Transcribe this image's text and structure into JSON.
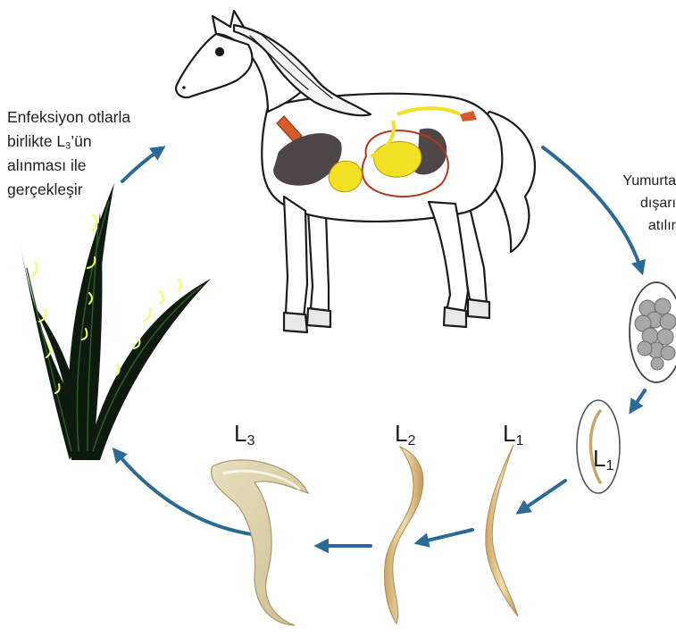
{
  "captions": {
    "infection": {
      "line1": "Enfeksiyon otlarla",
      "line2_prefix": "birlikte L",
      "line2_sub": "3",
      "line2_suffix": "’ün",
      "line3": "alınması ile",
      "line4": "gerçekleşir"
    },
    "eggs": {
      "line1": "Yumurta",
      "line2": "dışarı",
      "line3": "atılır"
    }
  },
  "stages": {
    "l3": {
      "letter": "L",
      "sub": "3"
    },
    "l2": {
      "letter": "L",
      "sub": "2"
    },
    "l1": {
      "letter": "L",
      "sub": "1"
    },
    "l1_egg": {
      "letter": "L",
      "sub": "1"
    }
  },
  "colors": {
    "arrow": "#2c6a96",
    "grass": "#0f1a0f",
    "grass_vein": "#2f5a2a",
    "larva": "#f0ff60",
    "liver": "#4f4747",
    "gut": "#f2e024",
    "gut_wall": "#b13a1e",
    "egg_cells": "#a8a8a8",
    "worm": "#e6cf9a"
  }
}
